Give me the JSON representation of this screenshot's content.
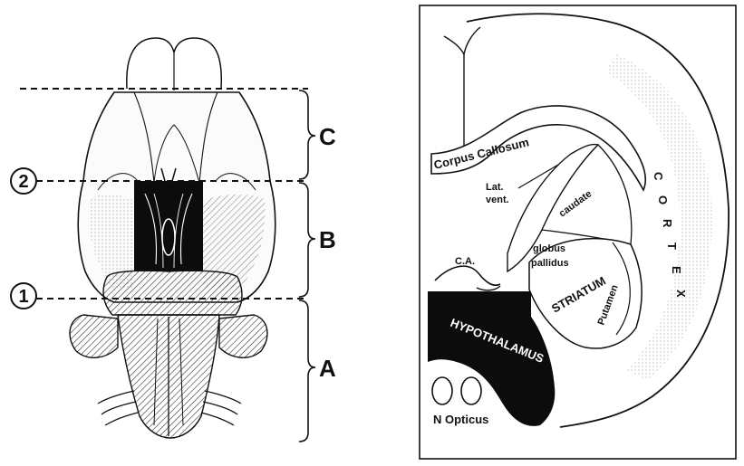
{
  "left_panel": {
    "section_labels": {
      "c": "C",
      "b": "B",
      "a": "A"
    },
    "cut_labels": {
      "cut2": "2",
      "cut1": "1"
    }
  },
  "right_panel": {
    "labels": {
      "corpus_callosum": "Corpus Callosum",
      "lat_vent_1": "Lat.",
      "lat_vent_2": "vent.",
      "caudate": "caudate",
      "globus": "globus",
      "pallidus": "pallidus",
      "striatum": "STRIATUM",
      "putamen": "Putamen",
      "ca": "C.A.",
      "hypothalamus": "HYPOTHALAMUS",
      "cortex": "CORTEX",
      "n_opticus": "N Opticus"
    }
  },
  "colors": {
    "ink": "#111111",
    "paper": "#ffffff"
  }
}
